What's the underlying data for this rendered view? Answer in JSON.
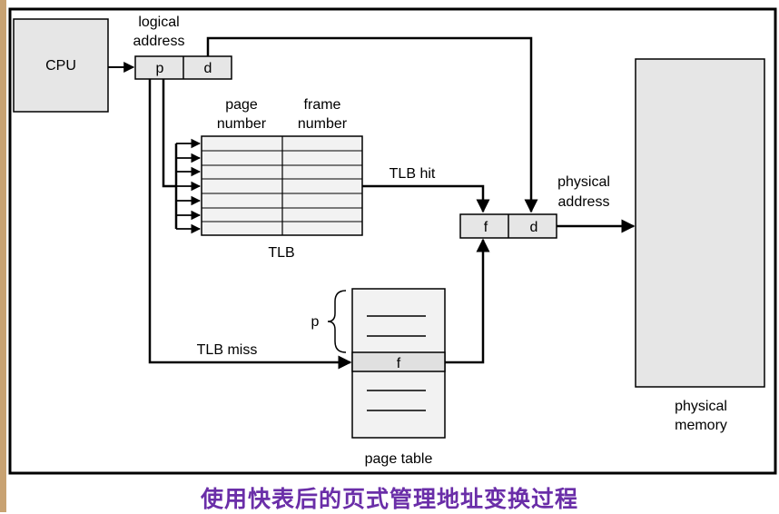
{
  "labels": {
    "cpu": "CPU",
    "logical_address": [
      "logical",
      "address"
    ],
    "p": "p",
    "d": "d",
    "page_number": [
      "page",
      "number"
    ],
    "frame_number": [
      "frame",
      "number"
    ],
    "tlb": "TLB",
    "tlb_hit": "TLB hit",
    "tlb_miss": "TLB miss",
    "physical_address": [
      "physical",
      "address"
    ],
    "f": "f",
    "physical_memory": [
      "physical",
      "memory"
    ],
    "page_table": "page table"
  },
  "caption": "使用快表后的页式管理地址变换过程",
  "colors": {
    "background": "#ffffff",
    "line": "#000000",
    "box_fill": "#e6e6e6",
    "table_fill": "#f2f2f2",
    "caption": "#6a2ea8",
    "left_accent": "#c8a272"
  }
}
